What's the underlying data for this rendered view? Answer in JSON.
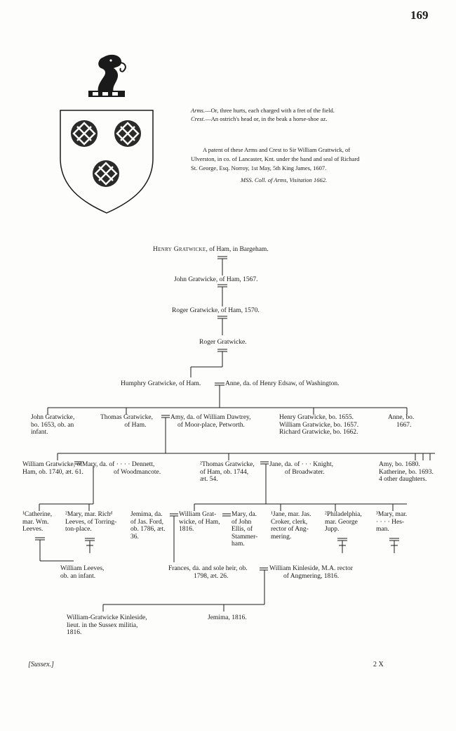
{
  "page": {
    "number": "169",
    "county": "[Sussex.]",
    "signature": "2 X"
  },
  "heraldry": {
    "arms_label": "Arms.",
    "arms_text": "—Or, three hurts, each charged with a fret of the field.",
    "crest_label": "Crest.",
    "crest_text": "—An ostrich's head or, in the beak a horse-shoe az.",
    "patent_line1": "A patent of these Arms and Crest to Sir William Grattwick, of",
    "patent_line2": "Ulverston, in co. of Lancaster, Knt. under the hand and seal of Richard",
    "patent_line3": "St. George, Esq. Norroy, 1st May, 5th King James, 1607.",
    "source": "MSS. Coll. of Arms, Visitation 1662."
  },
  "pedigree": {
    "henry": {
      "name": "Henry Gratwicke",
      "rest": ", of Ham, in Bargeham."
    },
    "john": "John Gratwicke, of Ham, 1567.",
    "roger1": "Roger Gratwicke, of Ham, 1570.",
    "roger2": "Roger Gratwicke.",
    "humphry": "Humphry Gratwicke, of Ham.",
    "anne_edsaw": "Anne, da. of Henry Edsaw, of Washington.",
    "john2": [
      "John Gratwicke,",
      "bo. 1653, ob. an",
      "infant."
    ],
    "thomas": [
      "Thomas Gratwicke,",
      "of Ham."
    ],
    "amy": [
      "Amy, da. of William Dawtrey,",
      "of Moor-place, Petworth."
    ],
    "henry2": [
      "Henry Gratwicke, bo. 1655.",
      "William Gratwicke, bo. 1657.",
      "Richard Gratwicke, bo. 1662."
    ],
    "anne2": [
      "Anne, bo.",
      "1667."
    ],
    "william": [
      "William Gratwicke, of",
      "Ham, ob. 1740, æt. 61."
    ],
    "mary_dennett": [
      "Mary, da. of · · · · Dennett,",
      "of Woodmancote."
    ],
    "thomas2": [
      "²Thomas Gratwicke,",
      "of Ham, ob. 1744,",
      "æt. 54."
    ],
    "jane_knight": [
      "Jane, da. of · · · Knight,",
      "of Broadwater."
    ],
    "amy2": [
      "Amy, bo. 1680.",
      "Katherine, bo. 1693.",
      "4 other daughters."
    ],
    "catherine": [
      "¹Catherine,",
      "mar. Wm.",
      "Leeves."
    ],
    "mary_leeves": [
      "²Mary, mar. Richᵈ",
      "Leeves, of Torring-",
      "ton-place."
    ],
    "jemima": [
      "Jemima, da.",
      "of Jas. Ford,",
      "ob. 1786, æt.",
      "36."
    ],
    "william_grat": [
      "William Grat-",
      "wicke, of Ham,",
      "1816."
    ],
    "mary_ellis": [
      "Mary, da.",
      "of John",
      "Ellis, of",
      "Stammer-",
      "ham."
    ],
    "jane_croker": [
      "¹Jane, mar. Jas.",
      "Croker, clerk,",
      "rector of Ang-",
      "mering."
    ],
    "philadelphia": [
      "²Philadelphia,",
      "mar. George",
      "Jupp."
    ],
    "mary_hesman": [
      "³Mary, mar.",
      "· · · · Hes-",
      "man."
    ],
    "william_leeves": [
      "William Leeves,",
      "ob. an infant."
    ],
    "frances": [
      "Frances, da. and sole heir, ob.",
      "1798, æt. 26."
    ],
    "kinleside": [
      "William Kinleside, M.A. rector",
      "of Angmering, 1816."
    ],
    "wg_kinleside": [
      "William-Gratwicke Kinleside,",
      "lieut. in the Sussex militia,",
      "1816."
    ],
    "jemima2": "Jemima, 1816."
  }
}
